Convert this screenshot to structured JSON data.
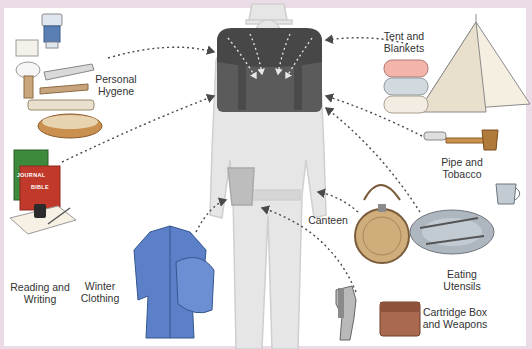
{
  "diagram": {
    "labels": [
      "Personal Hygene",
      "Tent and Blankets",
      "Pipe and Tobacco",
      "JOURNAL",
      "BIBLE",
      "Reading and Writing",
      "Canteen",
      "Eating Utensils",
      "Winter Clothing",
      "Cartridge Box and Weapons"
    ]
  }
}
